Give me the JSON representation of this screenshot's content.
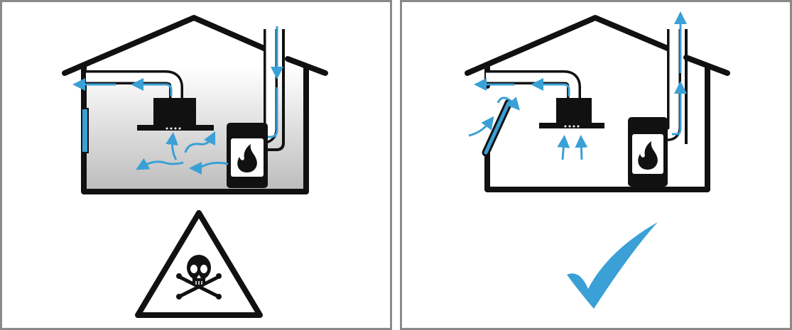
{
  "panels": [
    {
      "id": "unsafe",
      "state": "recirculation-with-fireplace",
      "verdict_icon": "skull-crossbones-warning-icon"
    },
    {
      "id": "safe",
      "state": "exhaust-with-open-window",
      "verdict_icon": "checkmark-icon"
    }
  ],
  "colors": {
    "accent": "#3aa0d6",
    "outline": "#111111",
    "frame": "#8a8a8a",
    "room_fill_top": "#ffffff",
    "room_fill_bottom": "#bcbcbc"
  }
}
